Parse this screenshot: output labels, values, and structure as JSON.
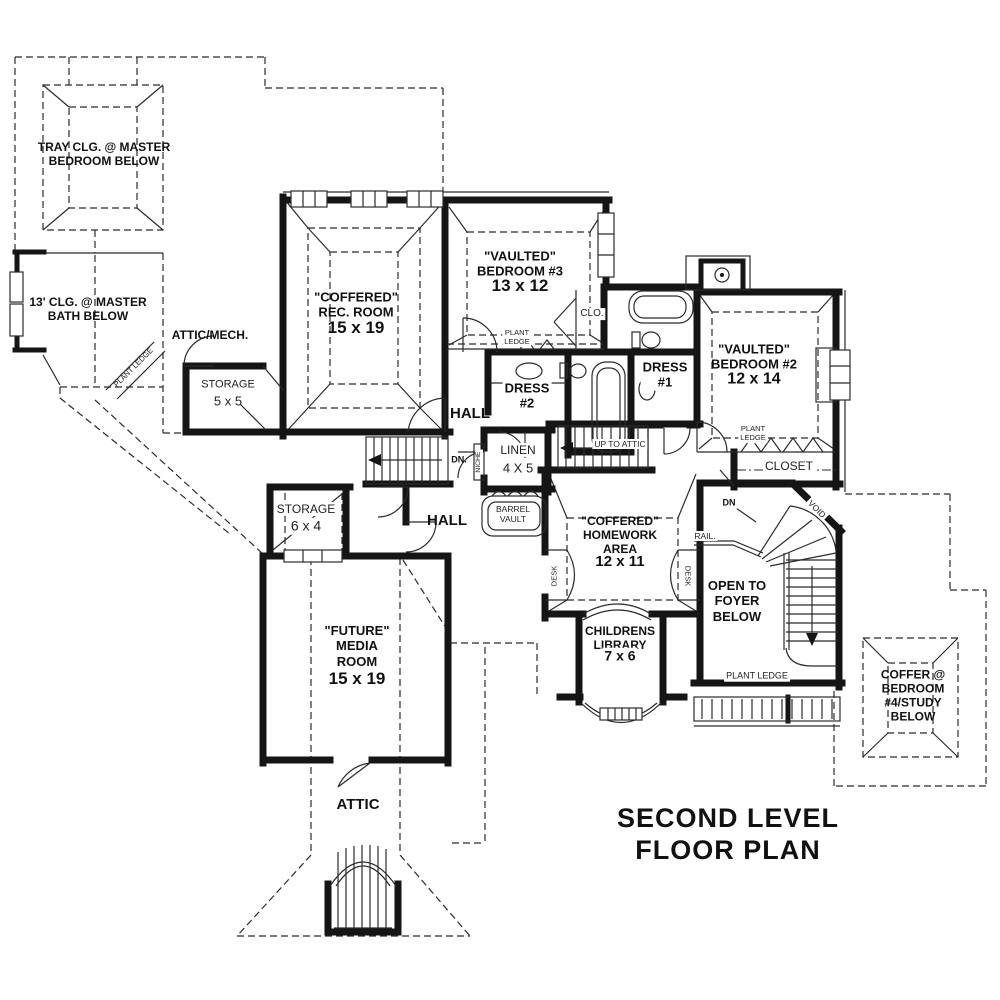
{
  "colors": {
    "ink": "#151515",
    "paper": "#ffffff"
  },
  "title": "SECOND LEVEL FLOOR PLAN",
  "rooms": {
    "rec": {
      "name": "\"COFFERED\"\nREC. ROOM",
      "dim": "15 x 19"
    },
    "bed3": {
      "name": "\"VAULTED\"\nBEDROOM #3",
      "dim": "13 x 12"
    },
    "bed2": {
      "name": "\"VAULTED\"\nBEDROOM #2",
      "dim": "12 x 14"
    },
    "homework": {
      "name": "\"COFFERED\"\nHOMEWORK\nAREA",
      "dim": "12 x 11"
    },
    "media": {
      "name": "\"FUTURE\"\nMEDIA\nROOM",
      "dim": "15 x 19"
    },
    "library": {
      "name": "CHILDRENS\nLIBRARY",
      "dim": "7 x 6"
    },
    "storage_5x5": {
      "name": "STORAGE",
      "dim": "5 x 5"
    },
    "storage_6x4": {
      "name": "STORAGE",
      "dim": "6 x 4"
    },
    "linen": {
      "name": "LINEN",
      "dim": "4 X 5"
    },
    "dress1": {
      "name": "DRESS\n#1"
    },
    "dress2": {
      "name": "DRESS\n#2"
    },
    "clo": {
      "name": "CLO."
    },
    "closet": {
      "name": "CLOSET"
    },
    "hall_upper": {
      "name": "HALL"
    },
    "hall_lower": {
      "name": "HALL"
    },
    "attic": {
      "name": "ATTIC"
    },
    "attic_mech": {
      "name": "ATTIC/MECH."
    },
    "open_to_foyer": {
      "name": "OPEN TO\nFOYER\nBELOW"
    }
  },
  "annotations": {
    "tray_ceiling": "TRAY CLG. @ MASTER\nBEDROOM BELOW",
    "master_bath": "13' CLG. @ MASTER\nBATH BELOW",
    "coffer_bed4": "COFFER @\nBEDROOM #4/STUDY\nBELOW",
    "plant_ledge": "PLANT LEDGE",
    "plant_ledge_stacked": "PLANT\nLEDGE",
    "barrel_vault": "BARREL\nVAULT",
    "up_to_attic": "UP TO ATTIC",
    "down_main": "DN.",
    "down_foyer": "DN",
    "rail": "RAIL.",
    "void": "VOID",
    "niche": "NICHE",
    "desk": "DESK"
  }
}
